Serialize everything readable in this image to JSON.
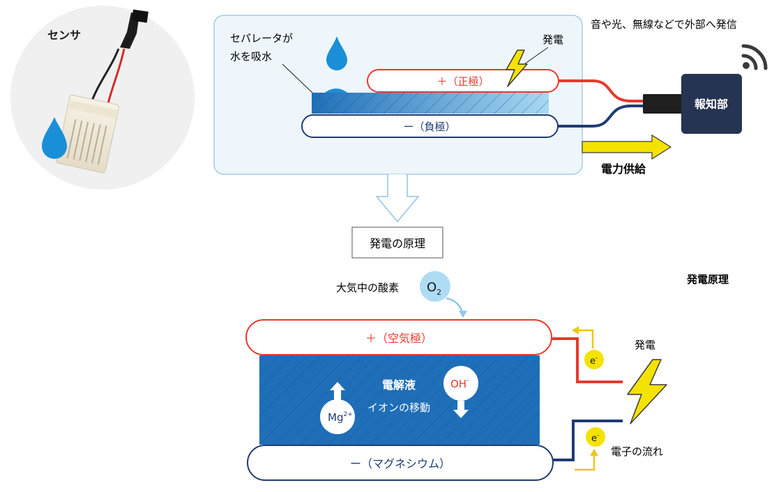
{
  "sensor": {
    "label": "センサ"
  },
  "top": {
    "separator_line1": "セパレータが",
    "separator_line2": "水を吸水",
    "generation": "発電",
    "positive": "＋（正極）",
    "negative": "ー（負極）",
    "broadcast": "音や光、無線などで外部へ発信",
    "notifier": "報知部",
    "power_supply": "電力供給"
  },
  "principle_box": "発電の原理",
  "principle_title": "発電原理",
  "bottom": {
    "oxygen_label": "大気中の酸素",
    "o2": "O",
    "o2_sub": "2",
    "air_electrode": "＋（空気極）",
    "electrolyte": "電解液",
    "ion_move": "イオンの移動",
    "oh": "OH",
    "oh_sup": "-",
    "mg": "Mg",
    "mg_sup": "2+",
    "magnesium": "ー（マグネシウム）",
    "generation": "発電",
    "electron": "e",
    "electron_sup": "-",
    "electron_flow": "電子の流れ"
  },
  "colors": {
    "positive_red": "#e8392f",
    "negative_navy": "#1f3b73",
    "electrolyte_blue": "#1f6fb8",
    "panel_bg": "#eef6fc",
    "drop_blue": "#1a8fd8",
    "bolt_yellow": "#f4e200",
    "notifier_bg": "#263352"
  }
}
